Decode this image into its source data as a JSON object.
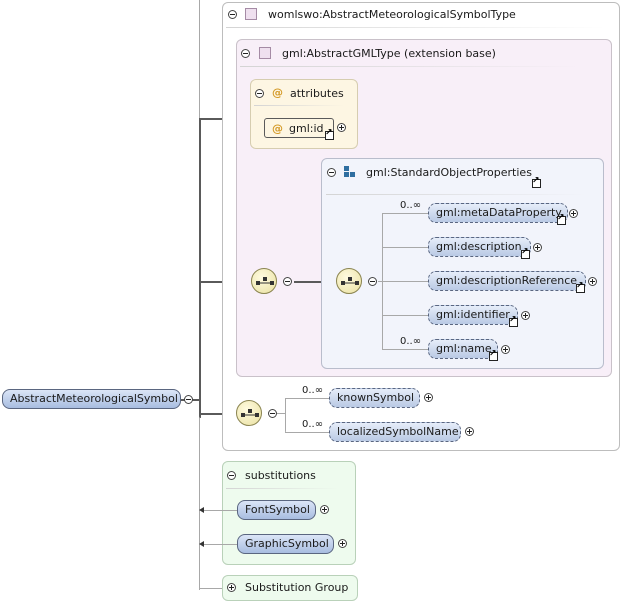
{
  "type_panel": {
    "title": "womlswo:AbstractMeteorologicalSymbolType"
  },
  "ext_panel": {
    "title": "gml:AbstractGMLType (extension base)"
  },
  "attributes": {
    "title": "attributes",
    "at_symbol": "@",
    "id": "gml:id"
  },
  "std_props": {
    "title": "gml:StandardObjectProperties",
    "items": [
      {
        "label": "gml:metaDataProperty",
        "cardinality": "0..∞"
      },
      {
        "label": "gml:description",
        "cardinality": ""
      },
      {
        "label": "gml:descriptionReference",
        "cardinality": ""
      },
      {
        "label": "gml:identifier",
        "cardinality": ""
      },
      {
        "label": "gml:name",
        "cardinality": "0..∞"
      }
    ]
  },
  "sequence2": {
    "items": [
      {
        "label": "knownSymbol",
        "cardinality": "0..∞"
      },
      {
        "label": "localizedSymbolName",
        "cardinality": "0..∞"
      }
    ]
  },
  "root": {
    "label": "AbstractMeteorologicalSymbol"
  },
  "substitutions": {
    "title": "substitutions",
    "items": [
      "FontSymbol",
      "GraphicSymbol"
    ]
  },
  "substitution_group": {
    "title": "Substitution Group"
  },
  "colors": {
    "type_panel_bg": "#ffffff",
    "ext_panel_bg": "#f8eff8",
    "attributes_bg": "#fdf6e3",
    "std_bg": "#f2f4fb",
    "subs_bg": "#eefbee",
    "node_fill": "#b9c9e4"
  }
}
